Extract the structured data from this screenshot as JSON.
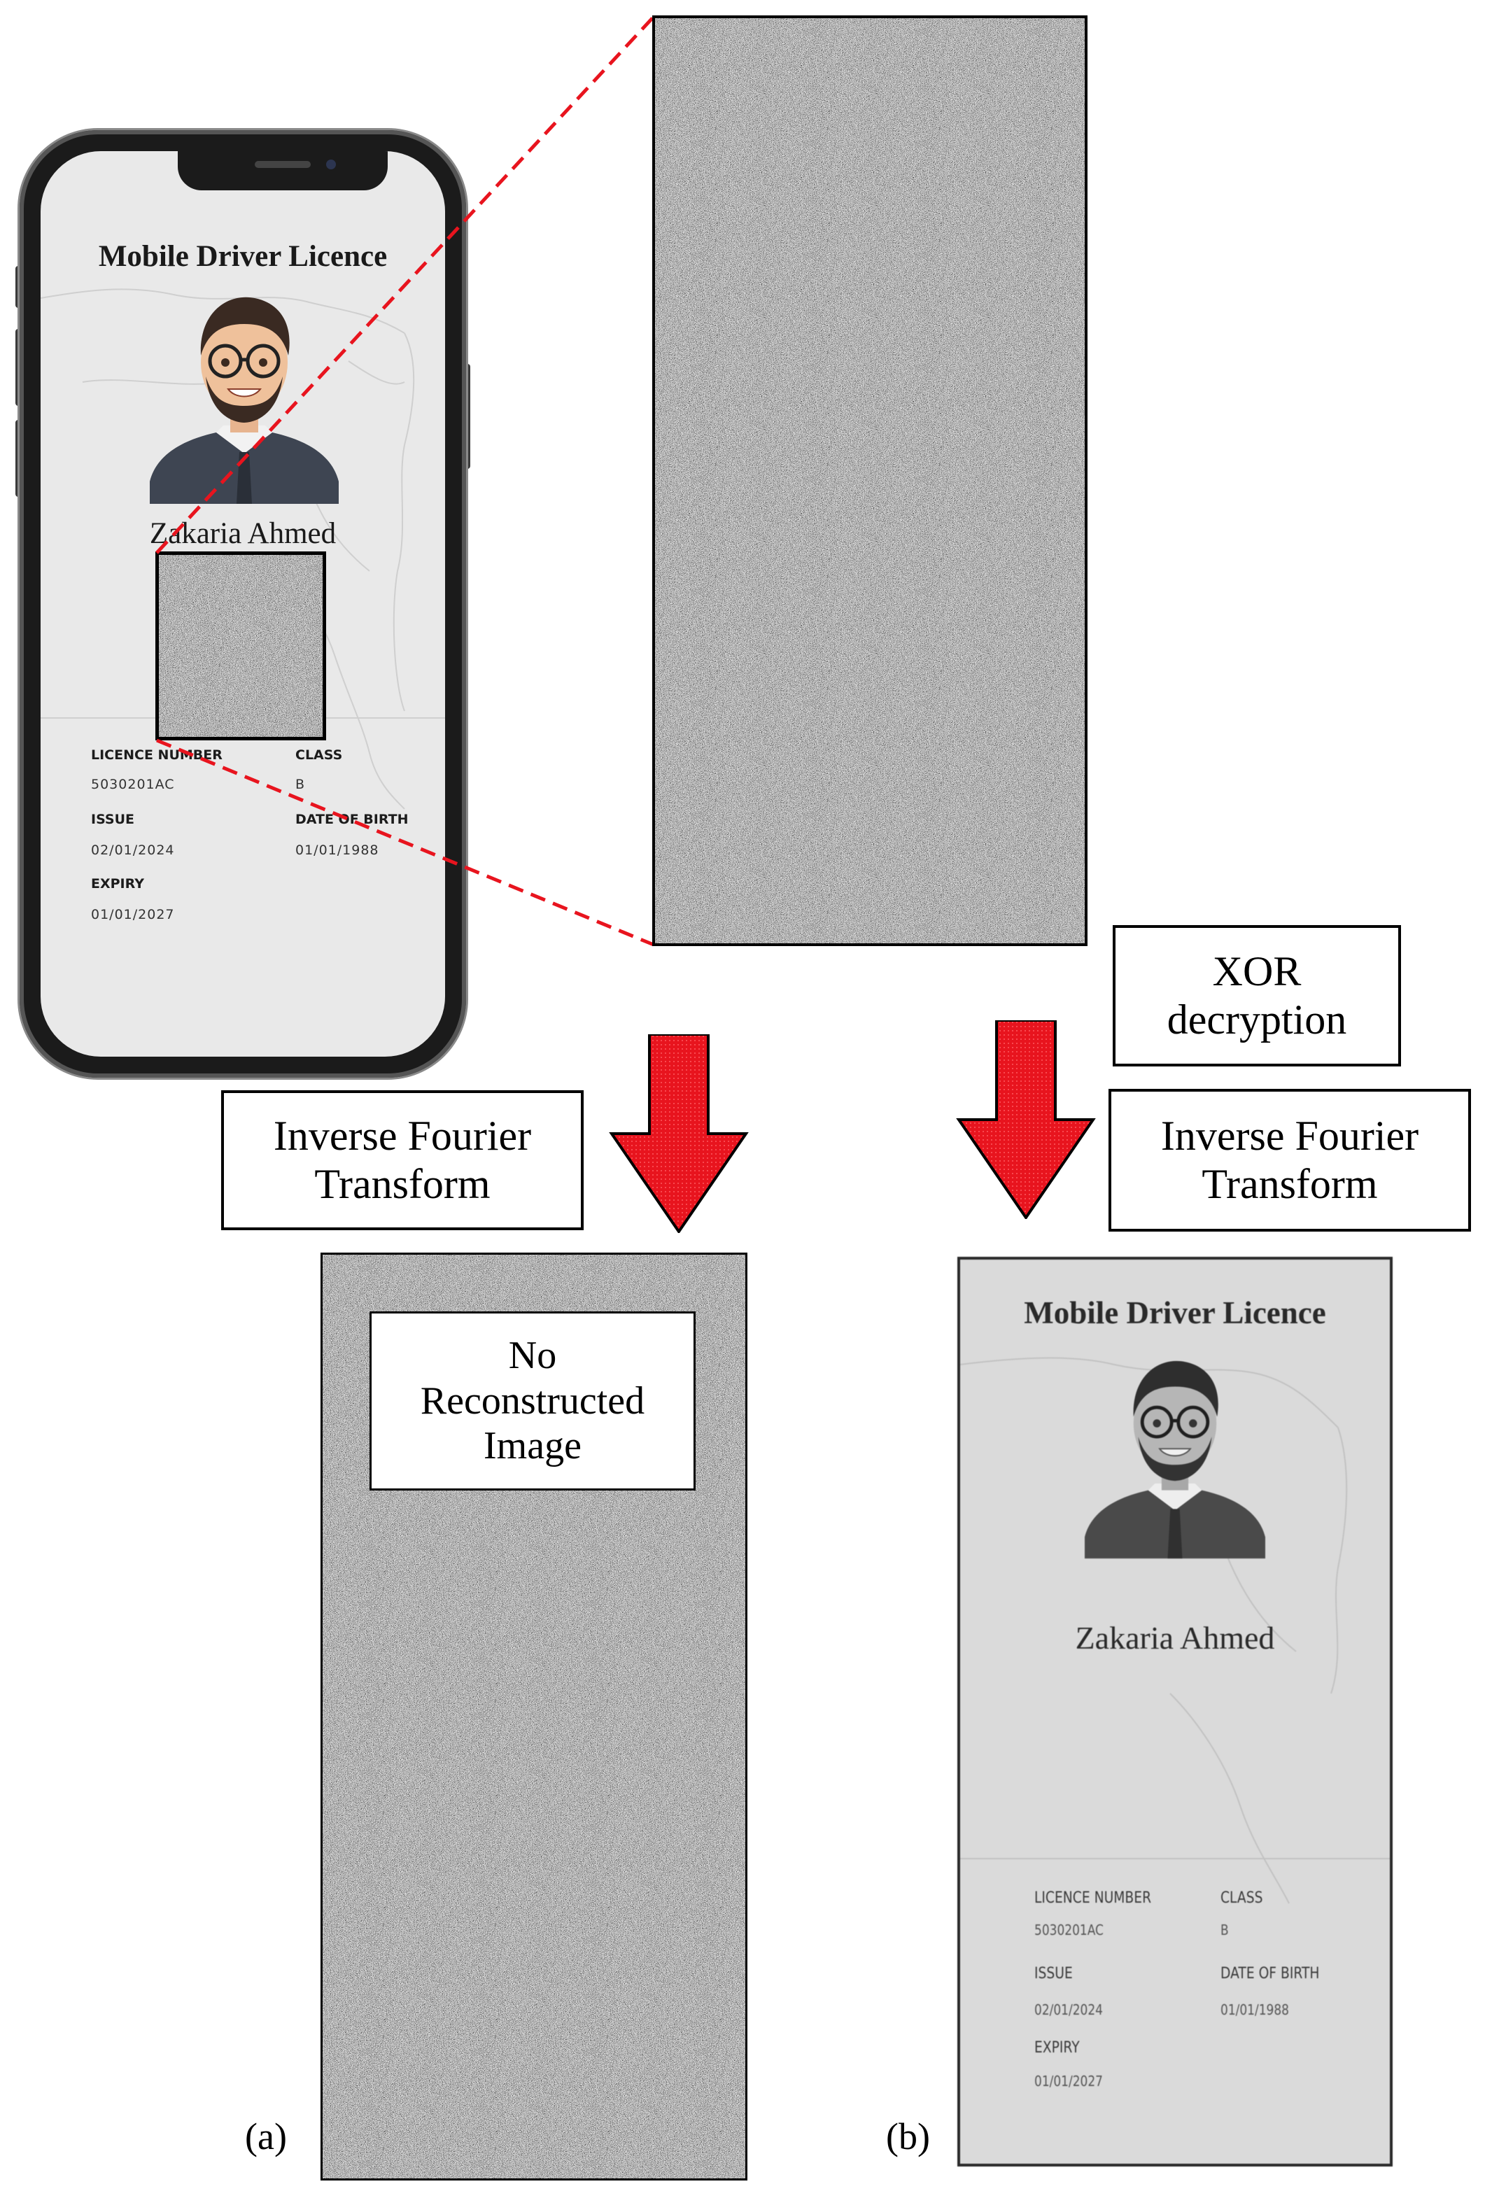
{
  "card": {
    "title": "Mobile Driver Licence",
    "holder_name": "Zakaria Ahmed",
    "fields": [
      {
        "label": "LICENCE NUMBER",
        "value": "5030201AC"
      },
      {
        "label": "CLASS",
        "value": "B"
      },
      {
        "label": "ISSUE",
        "value": "02/01/2024"
      },
      {
        "label": "DATE OF BIRTH",
        "value": "01/01/1988"
      },
      {
        "label": "EXPIRY",
        "value": "01/01/2027"
      }
    ]
  },
  "labels": {
    "xor": [
      "XOR",
      "decryption"
    ],
    "ift_left": [
      "Inverse Fourier",
      "Transform"
    ],
    "ift_right": [
      "Inverse Fourier",
      "Transform"
    ],
    "no_recon": [
      "No",
      "Reconstructed",
      "Image"
    ],
    "panel_a": "(a)",
    "panel_b": "(b)"
  },
  "colors": {
    "arrow_fill": "#e8141e",
    "zoom_line": "#e8141e",
    "noise_gray": "#808080"
  },
  "icons": [
    "down-arrow-icon",
    "avatar-illustration",
    "map-outline"
  ]
}
